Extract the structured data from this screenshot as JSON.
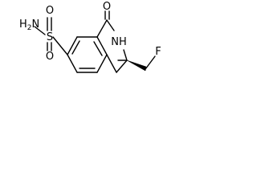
{
  "molecule": {
    "atoms": {
      "sulfonamide_n": "H",
      "sulfonamide_n_subscript": "2",
      "sulfonamide_n_suffix": "N",
      "sulfur": "S",
      "sulfonyl_o_top": "O",
      "sulfonyl_o_bottom": "O",
      "carbonyl_o": "O",
      "ring_nh": "NH",
      "fluorine": "F"
    }
  }
}
